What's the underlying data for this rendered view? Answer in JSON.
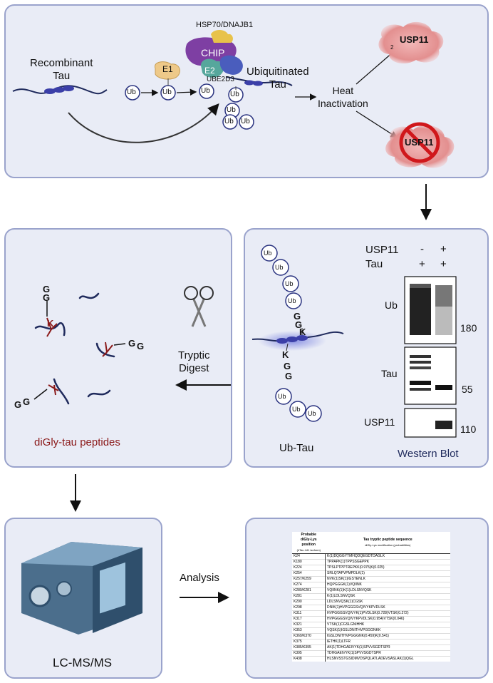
{
  "top": {
    "recombinant_tau": "Recombinant\nTau",
    "e1": "E1",
    "e2": "E2",
    "chip": "CHIP",
    "hsp": "HSP70/DNAJB1",
    "ube2d3": "UBE2D3",
    "ub": "Ub",
    "ubiquitinated_tau": "Ubiquitinated\nTau",
    "heat_inactivation": "Heat\nInactivation",
    "usp11": "USP11",
    "usp11_small": "2"
  },
  "left": {
    "gg": "G",
    "k": "K",
    "caption": "diGly-tau peptides"
  },
  "middle": {
    "step": "Tryptic\nDigest"
  },
  "right": {
    "ubtau": "Ub-Tau",
    "k": "K",
    "g": "G",
    "wb": {
      "usp11_label": "USP11",
      "tau_label": "Tau",
      "lane1_usp11": "-",
      "lane2_usp11": "+",
      "lane1_tau": "+",
      "lane2_tau": "+",
      "row_ub": "Ub",
      "row_tau": "Tau",
      "row_usp11": "USP11",
      "mw_180": "180",
      "mw_55": "55",
      "mw_110": "110",
      "caption": "Western Blot"
    }
  },
  "bottom": {
    "instrument": "LC-MS/MS",
    "analysis": "Analysis",
    "table": {
      "header_pos": "Probable\ndiGly-Lys position",
      "header_pos_sub": "(hTau 441 isoform)",
      "header_seq": "Tau tryptic peptide sequence",
      "header_seq_sub": "diGly-Lys modification (probabilities)",
      "rows": [
        [
          "K24",
          "K(1)DQGGYTMHQDQEGDTDAGLK"
        ],
        [
          "K180",
          "TPPAPK(1)TPPSSGEPPK"
        ],
        [
          "K224",
          "TPSLPTPPTREPKK(0.975)K(0.025)"
        ],
        [
          "K254",
          "SRLQTAPVPMPDLK(1)"
        ],
        [
          "K257/K259",
          "NVK(1)SK(1)IGSTENLK"
        ],
        [
          "K274",
          "HQPGGGK(1)VQIINK"
        ],
        [
          "K280/K281",
          "VQIINK(1)K(1)LDLSNVQSK"
        ],
        [
          "K281",
          "K(1)LDLSNVQSK"
        ],
        [
          "K290",
          "LDLSNVQSK(1)CGSK"
        ],
        [
          "K298",
          "DNIK(1)HVPGGGSVQIVYKPVDLSK"
        ],
        [
          "K311",
          "HVPGGGSVQIVYK(1)PVDLSK(0.728)VTSK(0.272)"
        ],
        [
          "K317",
          "HVPGGGSVQIVYKPVDLSK(0.954)VTSK(0.046)"
        ],
        [
          "K321",
          "VTSK(1)CGSLGNIHHK"
        ],
        [
          "K353",
          "VQSK(1)IGSLDNITHVPGGGNKK"
        ],
        [
          "K369/K370",
          "IGSLDNITHVPGGGNK(0.459)K(0.541)"
        ],
        [
          "K375",
          "IETHK(1)LTFR"
        ],
        [
          "K385/K395",
          "AK(1)TDHGAEIVYK(1)SPVVSGDTSPR"
        ],
        [
          "K395",
          "TDHGAEIVYK(1)SPVVSGDTSPR"
        ],
        [
          "K438",
          "HLSNVSSTGSIDMVDSPQLATLADEVSASLAK(1)QGL"
        ]
      ]
    }
  },
  "colors": {
    "panel_bg": "#e9ecf6",
    "panel_border": "#9aa3cc",
    "tau_strand": "#1f2a5c",
    "tau_bead": "#3b3fa8",
    "diGly_red": "#8b1a1a",
    "ub_circle": "#2a3380"
  }
}
